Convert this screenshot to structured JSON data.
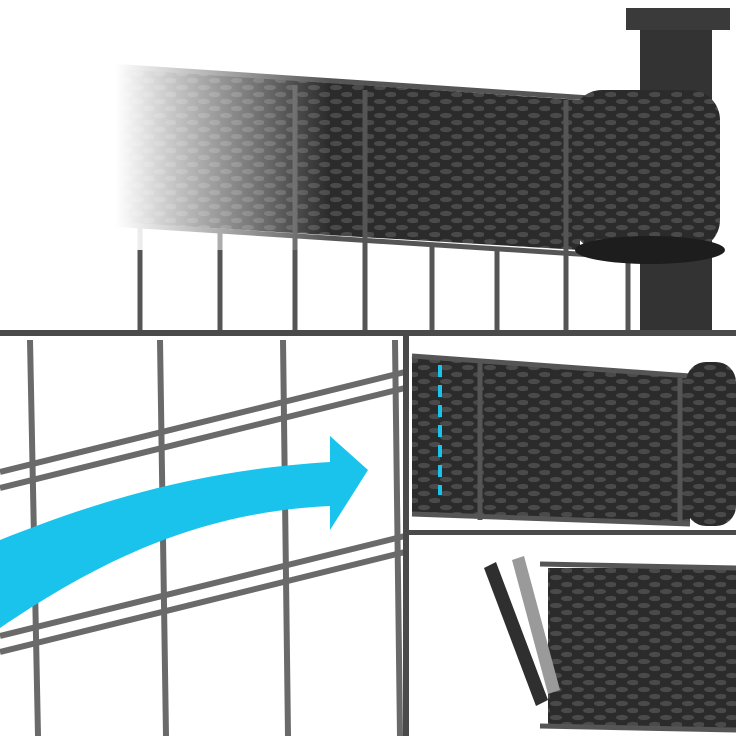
{
  "image": {
    "panels": [
      "fence-top-view",
      "mesh-with-arrow",
      "screen-clip-detail",
      "screen-end-detail"
    ],
    "colors": {
      "background": "#ffffff",
      "wire": "#5a5a5a",
      "rattan": "#2b2b2b",
      "rattan_light": "#444444",
      "post": "#333333",
      "arrow": "#19c3ec",
      "divider": "#4a4a4a"
    }
  }
}
